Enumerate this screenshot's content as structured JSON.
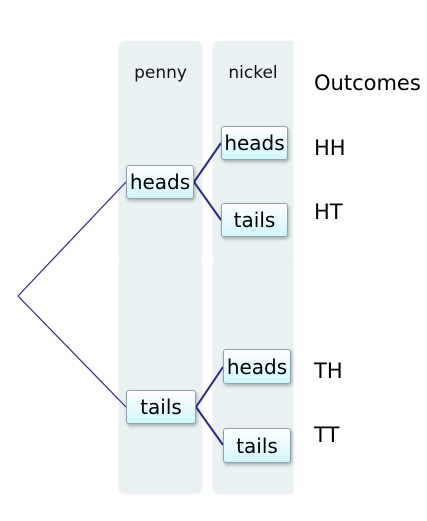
{
  "columns": {
    "penny_label": "penny",
    "nickel_label": "nickel"
  },
  "outcomes_title": "Outcomes",
  "tree": {
    "penny": {
      "heads": "heads",
      "tails": "tails"
    },
    "nickel_after_heads": {
      "heads": "heads",
      "tails": "tails"
    },
    "nickel_after_tails": {
      "heads": "heads",
      "tails": "tails"
    }
  },
  "outcomes": [
    "HH",
    "HT",
    "TH",
    "TT"
  ],
  "colors": {
    "edge": "#2b2a7a",
    "column_bg": "#e9f1f3",
    "node_fill": "#d2f6fb"
  }
}
